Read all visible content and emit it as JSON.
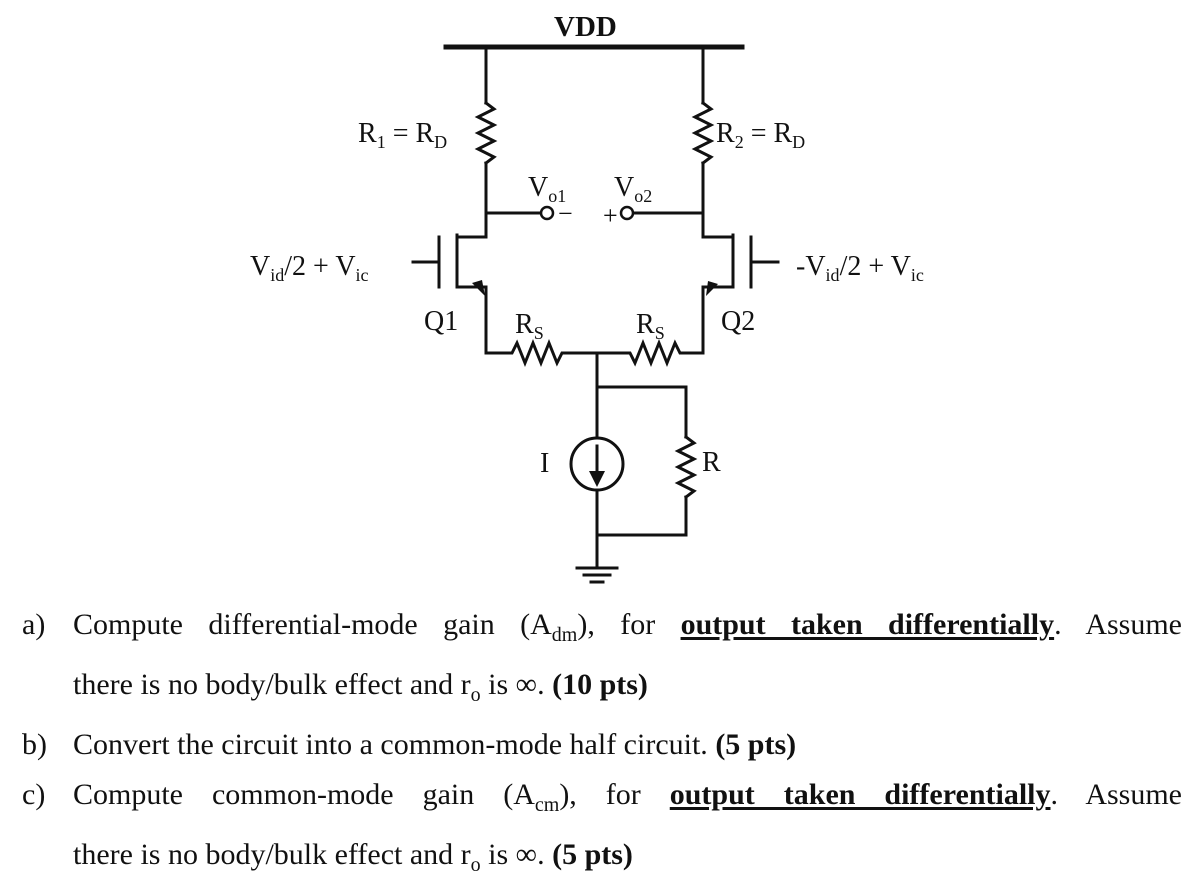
{
  "circuit": {
    "vdd": "VDD",
    "r1": {
      "main": "R",
      "sub1": "1",
      "eq": " = R",
      "sub2": "D"
    },
    "r2": {
      "main": "R",
      "sub1": "2",
      "eq": " = R",
      "sub2": "D"
    },
    "vo1": {
      "main": "V",
      "sub": "o1"
    },
    "vo2": {
      "main": "V",
      "sub": "o2"
    },
    "vo1_sign": "−",
    "vo2_sign": "+",
    "vin1": {
      "v1": "V",
      "s1": "id",
      "mid": "/2 + V",
      "s2": "ic"
    },
    "vin2": {
      "pre": "-V",
      "s1": "id",
      "mid": "/2 + V",
      "s2": "ic"
    },
    "q1": "Q1",
    "q2": "Q2",
    "rs_left": {
      "main": "R",
      "sub": "S"
    },
    "rs_right": {
      "main": "R",
      "sub": "S"
    },
    "current_source": "I",
    "r_tail": "R"
  },
  "questions": [
    {
      "mark": "a)",
      "line1": {
        "pre": "Compute differential-mode gain (A",
        "sub": "dm",
        "mid": "), for ",
        "bold_u": "output taken differentially",
        "post": ". Assume"
      },
      "line2": {
        "pre": "there is no body/bulk effect and r",
        "sub": "o",
        "mid": " is ∞. ",
        "bold": "(10 pts)"
      }
    },
    {
      "mark": "b)",
      "line1": {
        "pre": "Convert the circuit into a common-mode half circuit. ",
        "bold": "(5 pts)"
      }
    },
    {
      "mark": "c)",
      "line1": {
        "pre": "Compute common-mode gain (A",
        "sub": "cm",
        "mid": "), for ",
        "bold_u": "output taken differentially",
        "post": ". Assume"
      },
      "line2": {
        "pre": "there is no body/bulk effect and r",
        "sub": "o",
        "mid": " is ∞. ",
        "bold": "(5 pts)"
      }
    }
  ]
}
